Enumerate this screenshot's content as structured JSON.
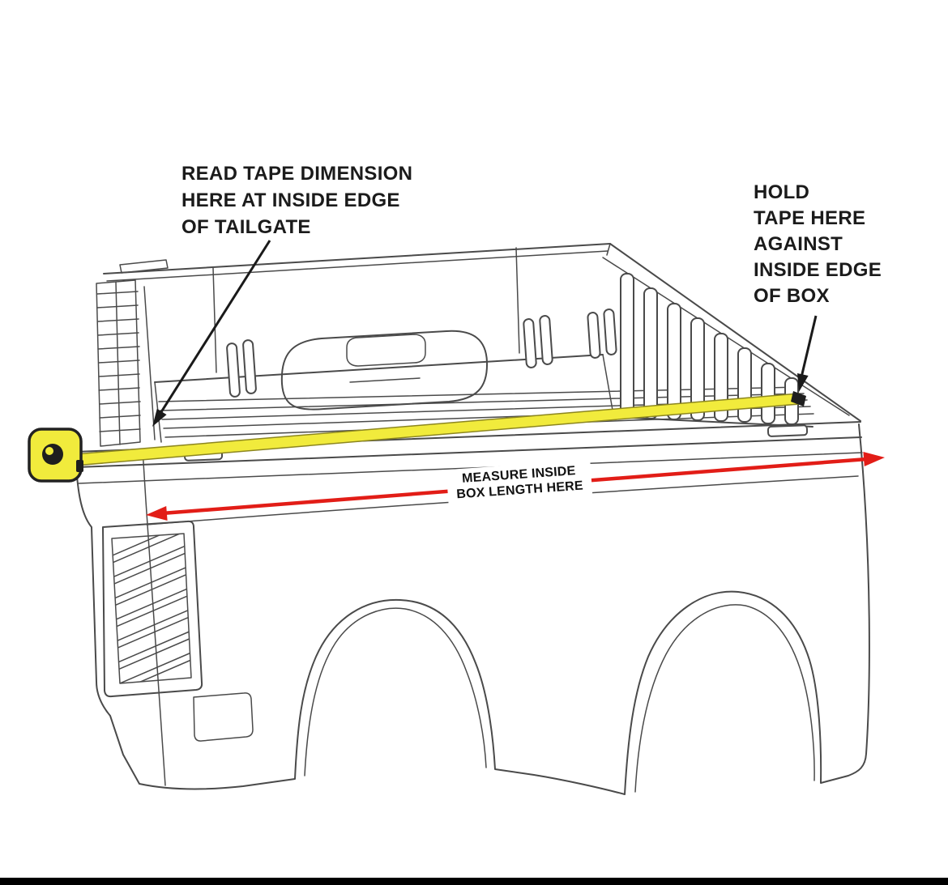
{
  "diagram": {
    "annotations": {
      "read_tape": "READ TAPE DIMENSION\nHERE AT INSIDE EDGE\nOF TAILGATE",
      "hold_tape": "HOLD\nTAPE HERE\nAGAINST\nINSIDE EDGE\nOF BOX",
      "measure_line1": "MEASURE INSIDE",
      "measure_line2": "BOX LENGTH HERE"
    },
    "colors": {
      "line_art": "#4a4a4a",
      "tape_yellow": "#f1eb3c",
      "tape_outline": "#8c861f",
      "arrow_red": "#e21d17",
      "annotation_text": "#1b1b1b",
      "bottom_bar": "#000000"
    },
    "icons": {
      "tape_measure": "tape-measure-icon"
    }
  }
}
